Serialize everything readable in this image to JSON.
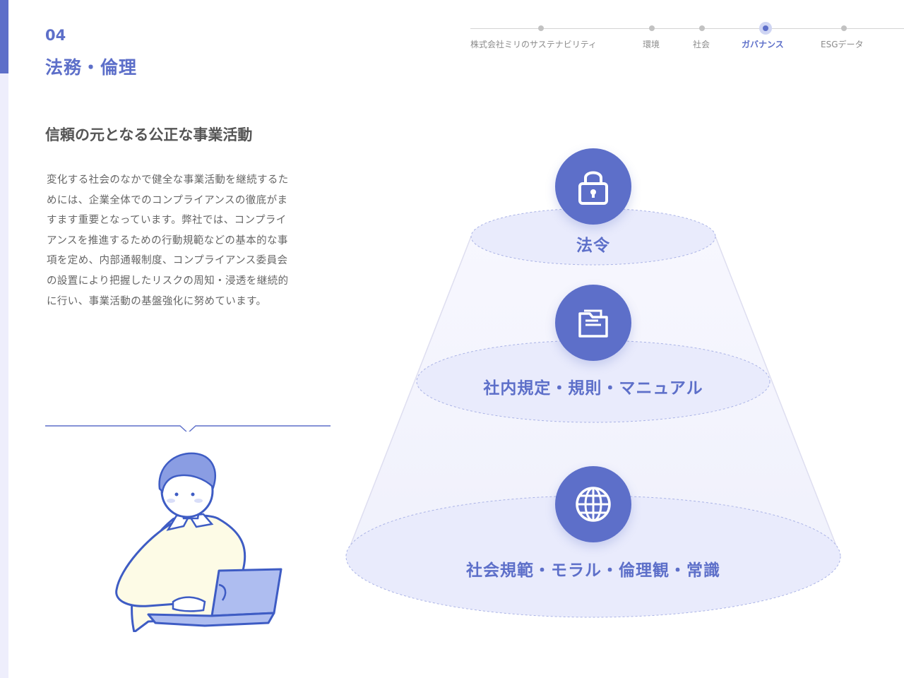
{
  "section": {
    "number": "04",
    "title": "法務・倫理"
  },
  "nav": {
    "steps": [
      {
        "label": "株式会社ミリのサステナビリティ",
        "active": false
      },
      {
        "label": "環境",
        "active": false
      },
      {
        "label": "社会",
        "active": false
      },
      {
        "label": "ガバナンス",
        "active": true
      },
      {
        "label": "ESGデータ",
        "active": false
      }
    ]
  },
  "lead": "信頼の元となる公正な事業活動",
  "body": [
    "変化する社会のなかで健全な事業活動を継続するた",
    "めには、企業全体でのコンプライアンスの徹底がま",
    "すます重要となっています。弊社では、コンプライ",
    "アンスを推進するための行動規範などの基本的な事",
    "項を定め、内部通報制度、コンプライアンス委員会",
    "の設置により把握したリスクの周知・浸透を継続的",
    "に行い、事業活動の基盤強化に努めています。"
  ],
  "diagram": {
    "tiers": [
      {
        "label": "法令",
        "icon": "lock-icon"
      },
      {
        "label": "社内規定・規則・マニュアル",
        "icon": "folder-document-icon"
      },
      {
        "label": "社会規範・モラル・倫理観・常識",
        "icon": "globe-icon"
      }
    ]
  },
  "colors": {
    "accent": "#5d6fc9",
    "accent_light": "#eceefc",
    "text": "#555555"
  }
}
